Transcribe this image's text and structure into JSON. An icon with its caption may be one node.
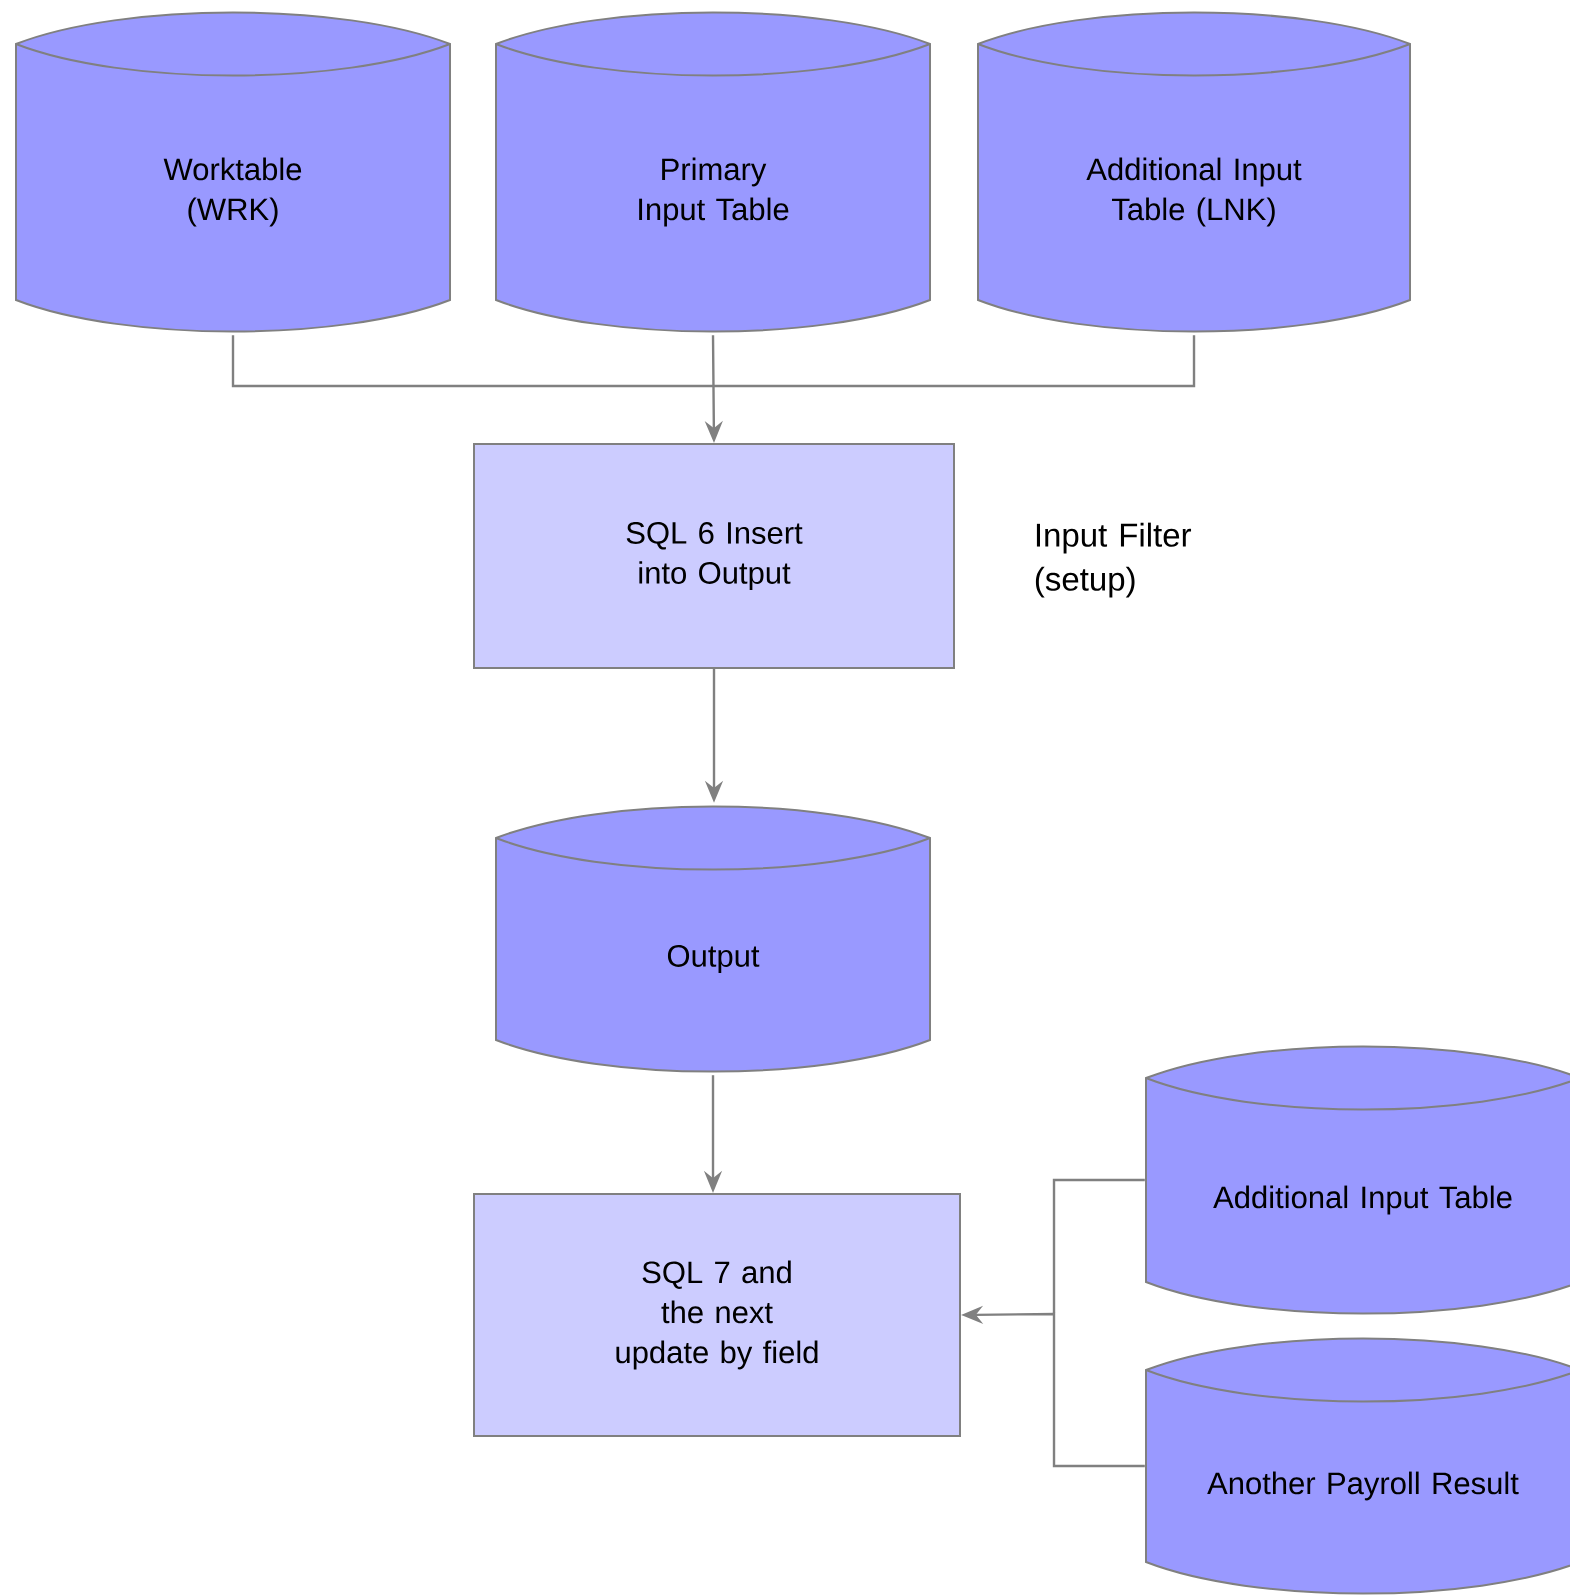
{
  "diagram": {
    "nodes": [
      {
        "text": [
          "Worktable (WRK)"
        ]
      },
      {
        "text": [
          "Primary Input Table"
        ]
      },
      {
        "text": [
          "Additional Input Table (LNK)"
        ]
      },
      {
        "text": [
          "SQL 6 Insert into Output"
        ],
        "beside": [
          "Input Filter (setup)"
        ]
      },
      {
        "text": [
          "Output"
        ]
      },
      {
        "text": [
          "SQL 7 and the next update by field"
        ]
      },
      {
        "text": [
          "Additional Input Table"
        ]
      },
      {
        "text": [
          "Another Payroll Result"
        ]
      }
    ],
    "edges": [
      {
        "from": 0,
        "to": 3,
        "arrow": "to"
      },
      {
        "from": 1,
        "to": 3,
        "arrow": "to"
      },
      {
        "from": 2,
        "to": 3,
        "arrow": "to"
      },
      {
        "from": 3,
        "to": 4,
        "arrow": "to"
      },
      {
        "from": 4,
        "to": 5,
        "arrow": "to"
      },
      {
        "from": 6,
        "to": 5,
        "arrow": "to"
      },
      {
        "from": 7,
        "to": 5,
        "arrow": "to"
      }
    ]
  }
}
